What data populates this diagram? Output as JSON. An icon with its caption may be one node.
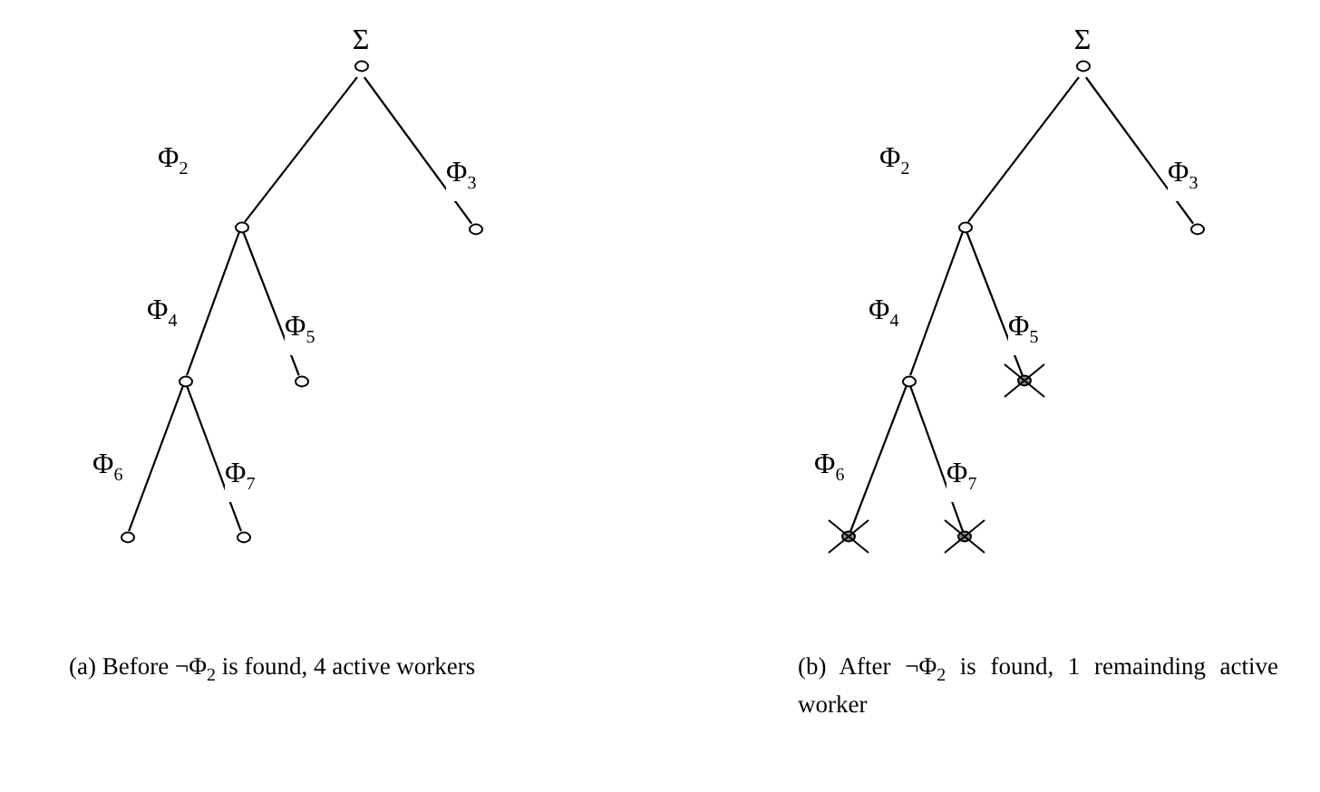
{
  "diagram": {
    "nodes": [
      {
        "text": [
          "Σ"
        ]
      },
      {
        "text": [],
        "shape": "circle"
      },
      {
        "text": [],
        "shape": "circle"
      },
      {
        "text": [],
        "shape": "circle"
      },
      {
        "text": [],
        "shape": "circle"
      },
      {
        "text": [],
        "shape": "circle"
      },
      {
        "text": [],
        "shape": "circle"
      },
      {
        "text": [
          "Σ"
        ]
      },
      {
        "text": [],
        "shape": "circle"
      },
      {
        "text": [],
        "shape": "circle"
      },
      {
        "text": [],
        "shape": "circle"
      },
      {
        "text": [],
        "shape": "cross"
      },
      {
        "text": [],
        "shape": "cross"
      },
      {
        "text": [],
        "shape": "cross"
      }
    ],
    "edges": [
      {
        "from": 0,
        "to": 1,
        "arrow": "none",
        "label": "Φ$_{2}$"
      },
      {
        "from": 0,
        "to": 2,
        "arrow": "none",
        "label": "Φ$_{3}$"
      },
      {
        "from": 1,
        "to": 3,
        "arrow": "none",
        "label": "Φ$_{4}$"
      },
      {
        "from": 1,
        "to": 4,
        "arrow": "none",
        "label": "Φ$_{5}$"
      },
      {
        "from": 3,
        "to": 5,
        "arrow": "none",
        "label": "Φ$_{6}$"
      },
      {
        "from": 3,
        "to": 6,
        "arrow": "none",
        "label": "Φ$_{7}$"
      },
      {
        "from": 7,
        "to": 8,
        "arrow": "none",
        "label": "Φ$_{2}$"
      },
      {
        "from": 7,
        "to": 9,
        "arrow": "none",
        "label": "Φ$_{3}$"
      },
      {
        "from": 8,
        "to": 10,
        "arrow": "none",
        "label": "Φ$_{4}$"
      },
      {
        "from": 8,
        "to": 11,
        "arrow": "none",
        "label": "Φ$_{5}$"
      },
      {
        "from": 10,
        "to": 12,
        "arrow": "none",
        "label": "Φ$_{6}$"
      },
      {
        "from": 10,
        "to": 13,
        "arrow": "none",
        "label": "Φ$_{7}$"
      }
    ],
    "labels": [
      "(a) Before ¬Φ$_{2}$ is found, 4 active workers",
      "(b) After ¬Φ$_{2}$ is found, 1 remainding active worker"
    ]
  }
}
